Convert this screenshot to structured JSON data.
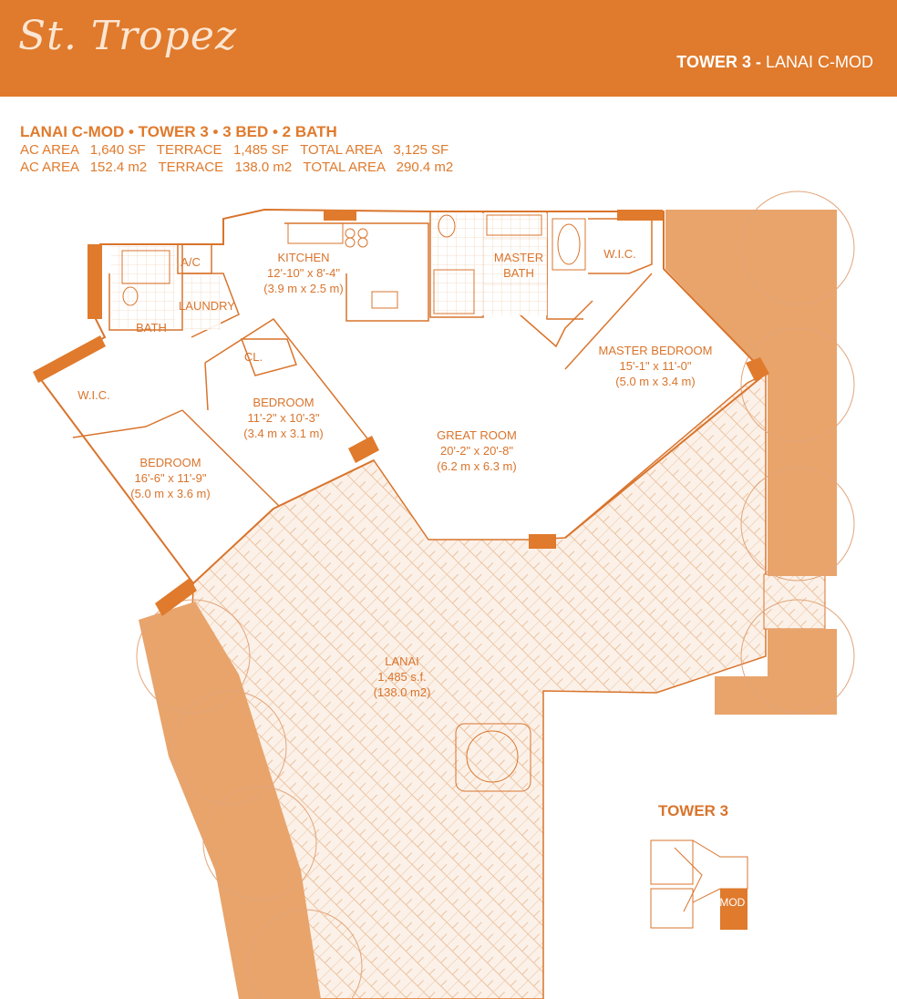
{
  "header": {
    "logo": "St. Tropez",
    "tower": "TOWER 3 -",
    "unit": "LANAI C-MOD"
  },
  "specs": {
    "title": "LANAI C-MOD • TOWER 3 • 3 BED • 2 BATH",
    "line_sf": "AC AREA   1,640 SF   TERRACE   1,485 SF   TOTAL AREA   3,125 SF",
    "line_m2": "AC AREA   152.4 m2   TERRACE   138.0 m2   TOTAL AREA   290.4 m2"
  },
  "rooms": {
    "kitchen": {
      "name": "KITCHEN",
      "dim_ft": "12'-10\" x 8'-4\"",
      "dim_m": "(3.9 m x 2.5 m)"
    },
    "master_bath": {
      "name1": "MASTER",
      "name2": "BATH"
    },
    "wic_master": {
      "name": "W.I.C."
    },
    "ac": {
      "name": "A/C"
    },
    "laundry": {
      "name": "LAUNDRY"
    },
    "bath": {
      "name": "BATH"
    },
    "closet": {
      "name": "CL."
    },
    "wic_left": {
      "name": "W.I.C."
    },
    "bedroom2": {
      "name": "BEDROOM",
      "dim_ft": "11'-2\" x 10'-3\"",
      "dim_m": "(3.4 m x 3.1 m)"
    },
    "bedroom3": {
      "name": "BEDROOM",
      "dim_ft": "16'-6\" x 11'-9\"",
      "dim_m": "(5.0 m x 3.6 m)"
    },
    "master_bedroom": {
      "name": "MASTER BEDROOM",
      "dim_ft": "15'-1\" x 11'-0\"",
      "dim_m": "(5.0 m x 3.4 m)"
    },
    "great_room": {
      "name": "GREAT ROOM",
      "dim_ft": "20'-2\" x 20'-8\"",
      "dim_m": "(6.2 m x 6.3 m)"
    },
    "lanai": {
      "name": "LANAI",
      "area_sf": "1,485 s.f.",
      "area_m": "(138.0 m2)"
    }
  },
  "keyplan": {
    "title": "TOWER 3",
    "marker": "C-MOD"
  },
  "colors": {
    "brand_orange": "#e07a2c",
    "planter": "#e8a46b",
    "line": "#d9742c"
  }
}
